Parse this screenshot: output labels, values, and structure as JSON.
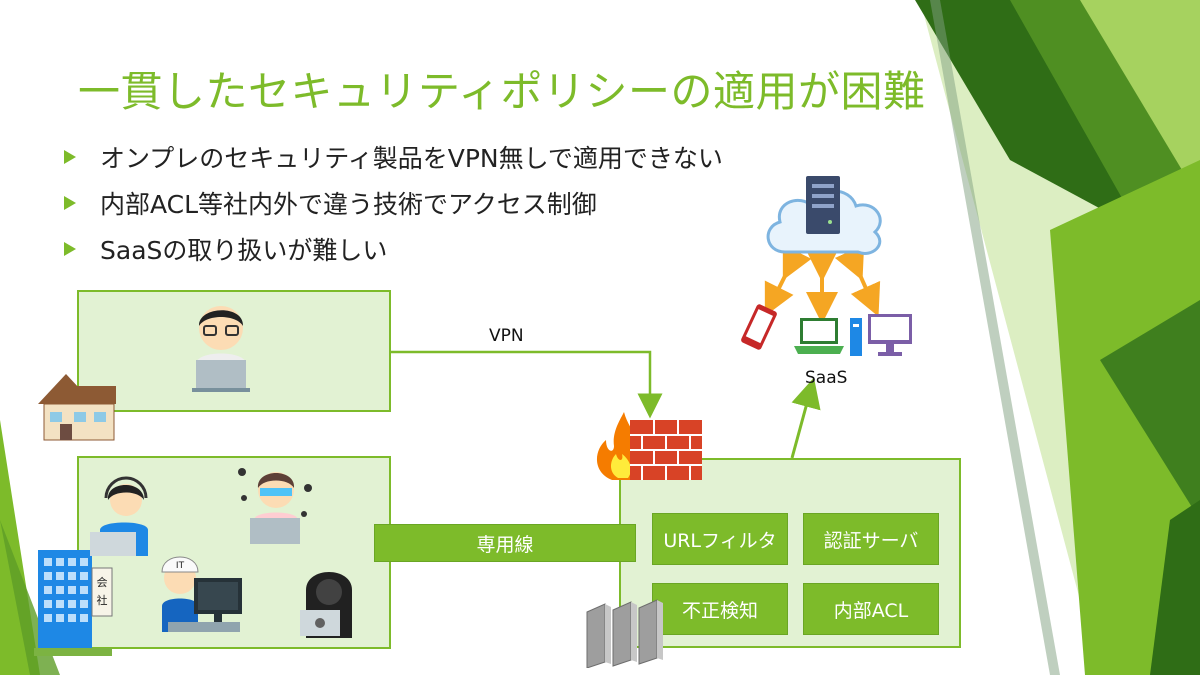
{
  "slide": {
    "title": "一貫したセキュリティポリシーの適用が困難",
    "bullets": [
      "オンプレのセキュリティ製品をVPN無しで適用できない",
      "内部ACL等社内外で違う技術でアクセス制御",
      "SaaSの取り扱いが難しい"
    ]
  },
  "diagram": {
    "vpn_label": "VPN",
    "dedicated_line_label": "専用線",
    "saas_label": "SaaS",
    "security_boxes": [
      "URLフィルタ",
      "認証サーバ",
      "不正検知",
      "内部ACL"
    ],
    "building_sign": "会\n社",
    "it_helmet_text": "IT"
  },
  "colors": {
    "accent_green": "#7dbb2a",
    "panel_fill": "#e2f2d3",
    "arrow_orange": "#f5a623"
  }
}
